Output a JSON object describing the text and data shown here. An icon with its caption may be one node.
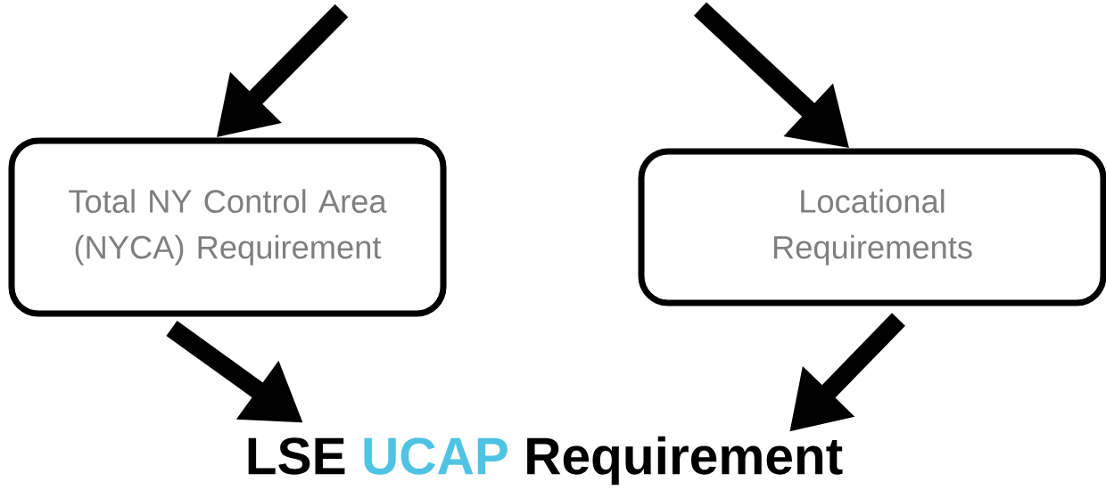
{
  "diagram": {
    "nodes": [
      {
        "text": [
          "Total NY Control Area (NYCA) Requirement"
        ]
      },
      {
        "text": [
          "Locational Requirements"
        ]
      },
      {
        "text": [
          "LSE",
          "UCAP",
          "Requirement"
        ]
      }
    ],
    "edges": [
      {
        "from": null,
        "to": 0,
        "arrow": "to"
      },
      {
        "from": null,
        "to": 1,
        "arrow": "to"
      },
      {
        "from": 0,
        "to": 2,
        "arrow": "to"
      },
      {
        "from": 1,
        "to": 2,
        "arrow": "to"
      }
    ]
  }
}
